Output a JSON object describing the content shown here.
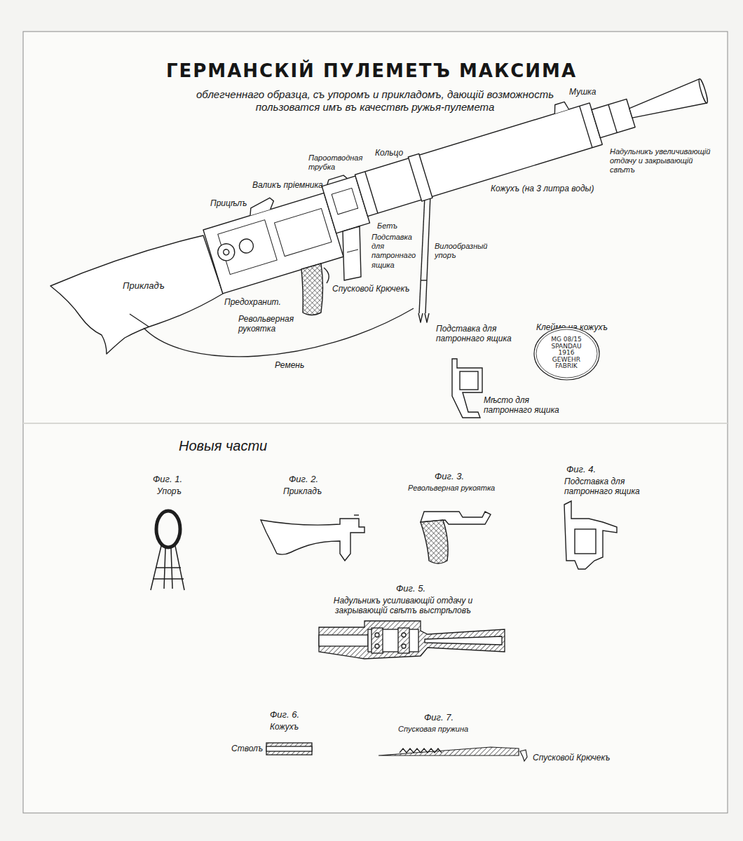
{
  "diagram": {
    "title": "ГЕРМАНСКІЙ ПУЛЕМЕТЪ МАКСИМА",
    "nodes": [
      {
        "text": [
          "MG 08/15 SPANDAU 1916 GEWEHR FABRIK"
        ]
      }
    ],
    "labels": [
      "облегченнаго образца, съ упоромъ и прикладомъ, дающій возможность пользоватся имъ въ качествѣ ружья-пулемета",
      "Мушка",
      "Надульникъ увеличивающій отдачу и закрывающій свѣтъ",
      "Кольцо",
      "Пароотводная трубка",
      "Валикъ пріемника",
      "Прицѣлъ",
      "Бетъ",
      "Подставка для патроннаго ящика",
      "Кожухъ (на 3 литра воды)",
      "Вилообразный упоръ",
      "Прикладъ",
      "Предохранит.",
      "Спусковой Крючекъ",
      "Револьверная рукоятка",
      "Ремень",
      "Подставка для патроннаго ящика",
      "Клеймо на кожухъ",
      "Мѣсто для патроннаго ящика",
      "Новыя части",
      "Фиг. 1.",
      "Упоръ",
      "Фиг. 2.",
      "Прикладъ",
      "Фиг. 3.",
      "Револьверная рукоятка",
      "Фиг. 4.",
      "Подставка для патроннаго ящика",
      "Фиг. 5.",
      "Надульникъ усиливающій отдачу и закрывающій свѣтъ выстрѣловъ",
      "Фиг. 6.",
      "Кожухъ",
      "Стволъ",
      "Фиг. 7.",
      "Спусковая пружина",
      "Спусковой Крючекъ"
    ]
  }
}
